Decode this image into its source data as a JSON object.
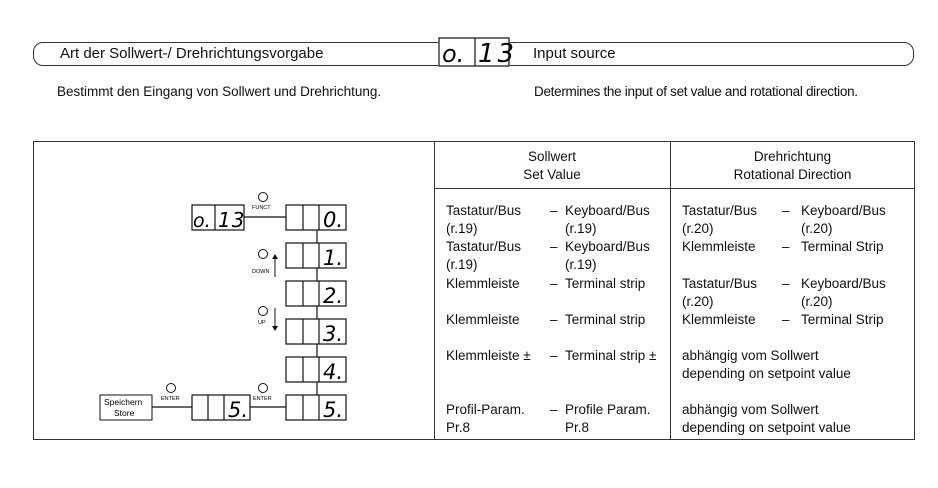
{
  "header": {
    "title_de": "Art der Sollwert-/ Drehrichtungsvorgabe",
    "title_en": "Input source",
    "code": "o.13"
  },
  "description": {
    "de": "Bestimmt den Eingang von Sollwert und Drehrichtung.",
    "en": "Determines the input of set value and rotational direction."
  },
  "diagram": {
    "param_display": "o.13",
    "labels": {
      "funct": "FUNCT",
      "down": "DOWN",
      "up": "UP",
      "enter_left": "ENTER",
      "enter_right": "ENTER",
      "store_de": "Speichern",
      "store_en": "Store"
    },
    "values": [
      "0.",
      "1.",
      "2.",
      "3.",
      "4.",
      "5."
    ],
    "stored_value": "5."
  },
  "table": {
    "headers": {
      "setvalue_de": "Sollwert",
      "setvalue_en": "Set Value",
      "rotation_de": "Drehrichtung",
      "rotation_en": "Rotational Direction"
    },
    "rows": [
      {
        "sv_de": [
          "Tastatur/Bus",
          "(r.19)"
        ],
        "sv_dash": "–",
        "sv_en": [
          "Keyboard/Bus",
          "(r.19)"
        ],
        "rd_de": [
          "Tastatur/Bus",
          "(r.20)"
        ],
        "rd_dash": "–",
        "rd_en": [
          "Keyboard/Bus",
          "(r.20)"
        ]
      },
      {
        "sv_de": [
          "Tastatur/Bus",
          "(r.19)"
        ],
        "sv_dash": "–",
        "sv_en": [
          "Keyboard/Bus",
          "(r.19)"
        ],
        "rd_de": [
          "Klemmleiste",
          ""
        ],
        "rd_dash": "–",
        "rd_en": [
          "Terminal Strip",
          ""
        ]
      },
      {
        "sv_de": [
          "Klemmleiste",
          ""
        ],
        "sv_dash": "–",
        "sv_en": [
          "Terminal strip",
          ""
        ],
        "rd_de": [
          "Tastatur/Bus",
          "(r.20)"
        ],
        "rd_dash": "–",
        "rd_en": [
          "Keyboard/Bus",
          "(r.20)"
        ]
      },
      {
        "sv_de": [
          "Klemmleiste",
          ""
        ],
        "sv_dash": "–",
        "sv_en": [
          "Terminal strip",
          ""
        ],
        "rd_de": [
          "Klemmleiste",
          ""
        ],
        "rd_dash": "–",
        "rd_en": [
          "Terminal Strip",
          ""
        ]
      },
      {
        "sv_de": [
          "Klemmleiste ±",
          ""
        ],
        "sv_dash": "–",
        "sv_en": [
          "Terminal strip ±",
          ""
        ],
        "rd_full": [
          "abhängig vom Sollwert",
          "depending on setpoint value"
        ]
      },
      {
        "sv_de": [
          "Profil-Param.",
          "Pr.8"
        ],
        "sv_dash": "–",
        "sv_en": [
          "Profile Param.",
          "Pr.8"
        ],
        "rd_full": [
          "abhängig vom Sollwert",
          "depending on setpoint value"
        ]
      }
    ]
  }
}
